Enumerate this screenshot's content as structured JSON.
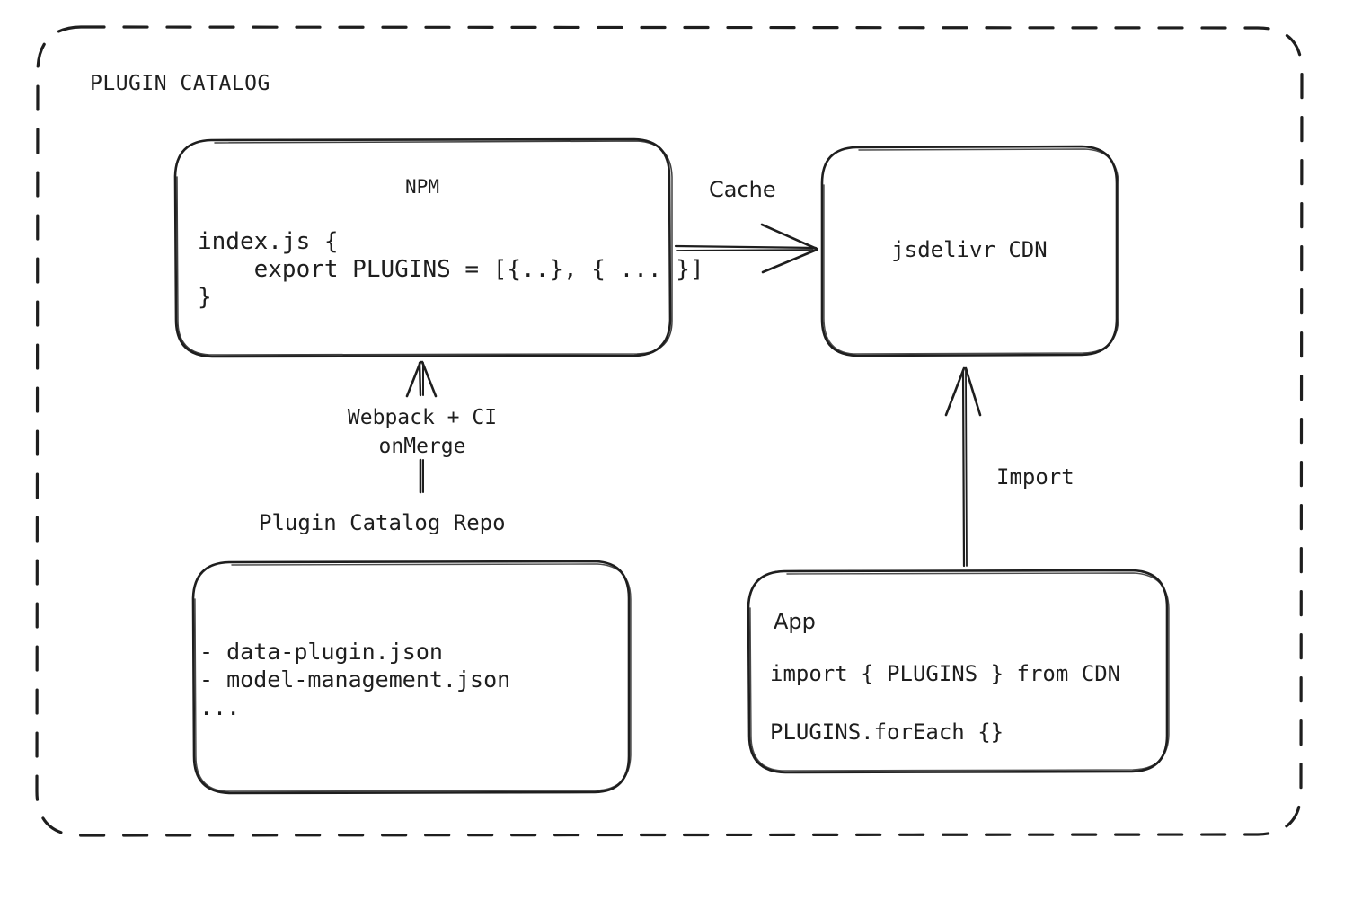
{
  "container": {
    "title": "PLUGIN CATALOG",
    "border_style": "dashed",
    "border_color": "#1e1e1e"
  },
  "nodes": {
    "npm": {
      "title": "NPM",
      "code": "index.js {\n    export PLUGINS = [{..}, { ... }]\n}"
    },
    "cdn": {
      "title": "jsdelivr CDN"
    },
    "repo": {
      "label": "Plugin Catalog Repo",
      "files": "- data-plugin.json\n- model-management.json\n..."
    },
    "app": {
      "title": "App",
      "line1": "import { PLUGINS } from CDN",
      "line2": "PLUGINS.forEach {}"
    }
  },
  "edges": {
    "cache": {
      "label": "Cache",
      "from": "npm",
      "to": "cdn"
    },
    "webpack": {
      "label": "Webpack + CI\nonMerge",
      "from": "repo",
      "to": "npm"
    },
    "import": {
      "label": "Import",
      "from": "app",
      "to": "cdn"
    }
  },
  "colors": {
    "stroke": "#1e1e1e",
    "background": "#ffffff"
  }
}
